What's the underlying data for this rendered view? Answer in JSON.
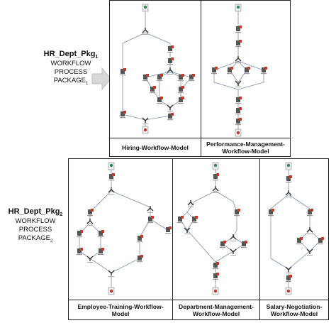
{
  "packages": [
    {
      "name_main": "HR_Dept_Pkg",
      "name_sub": "1",
      "line1": "WORKFLOW",
      "line2": "PROCESS",
      "line3_main": "PACKAGE",
      "line3_sub": "1",
      "models": [
        {
          "caption": "Hiring-Workflow-Model"
        },
        {
          "caption": "Performance-Management-\nWorkflow-Model"
        }
      ]
    },
    {
      "name_main": "HR_Dept_Pkg",
      "name_sub": "2",
      "line1": "WORKFLOW",
      "line2": "PROCESS",
      "line3_main": "PACKAGE",
      "line3_sub": "2",
      "models": [
        {
          "caption": "Employee-Training-Workflow-\nModel"
        },
        {
          "caption": "Department-Management-\nWorkflow-Model"
        },
        {
          "caption": "Salary-Negotiation-\nWorkflow-Model"
        }
      ]
    }
  ],
  "colors": {
    "border": "#222222",
    "edge": "#7a8fa8",
    "arrow_fill": "#d8d8d8",
    "arrow_stroke": "#bdbdbd",
    "start_node": "#2e8b57",
    "end_node": "#c0392b",
    "task_node": "#555555",
    "task_accent": "#c0392b"
  }
}
